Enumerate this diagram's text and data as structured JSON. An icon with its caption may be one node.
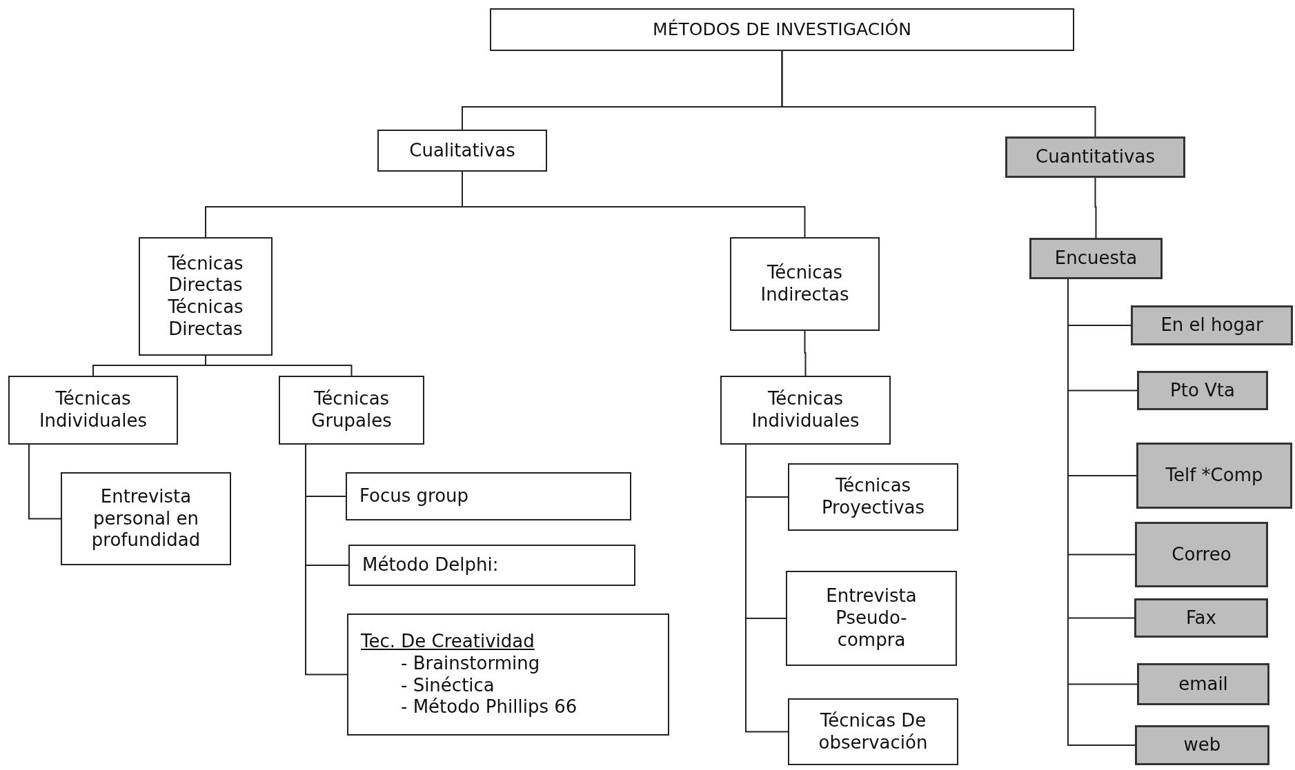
{
  "diagram": {
    "nodes": [
      {
        "text": [
          "MÉTODOS DE INVESTIGACIÓN"
        ]
      },
      {
        "text": [
          "Cualitativas"
        ]
      },
      {
        "text": [
          "Cuantitativas"
        ]
      },
      {
        "text": [
          "Técnicas Directas Técnicas Directas"
        ]
      },
      {
        "text": [
          "Técnicas Indirectas"
        ]
      },
      {
        "text": [
          "Técnicas Individuales"
        ]
      },
      {
        "text": [
          "Técnicas Grupales"
        ]
      },
      {
        "text": [
          "Entrevista personal en profundidad"
        ]
      },
      {
        "text": [
          "Focus group"
        ]
      },
      {
        "text": [
          "Método Delphi:"
        ]
      },
      {
        "text": [
          "Tec. De Creatividad",
          "- Brainstorming",
          "- Sinéctica",
          "- Método Phillips 66"
        ]
      },
      {
        "text": [
          "Técnicas Individuales"
        ]
      },
      {
        "text": [
          "Técnicas Proyectivas"
        ]
      },
      {
        "text": [
          "Entrevista Pseudo-compra"
        ]
      },
      {
        "text": [
          "Técnicas De observación"
        ]
      },
      {
        "text": [
          "Encuesta"
        ]
      },
      {
        "text": [
          "En el hogar"
        ]
      },
      {
        "text": [
          "Pto Vta"
        ]
      },
      {
        "text": [
          "Telf *Comp"
        ]
      },
      {
        "text": [
          "Correo"
        ]
      },
      {
        "text": [
          "Fax"
        ]
      },
      {
        "text": [
          "email"
        ]
      },
      {
        "text": [
          "web"
        ]
      }
    ],
    "edges": [
      {
        "from": 0,
        "to": 1,
        "arrow": "none"
      },
      {
        "from": 0,
        "to": 2,
        "arrow": "none"
      },
      {
        "from": 1,
        "to": 3,
        "arrow": "none"
      },
      {
        "from": 1,
        "to": 4,
        "arrow": "none"
      },
      {
        "from": 3,
        "to": 5,
        "arrow": "none"
      },
      {
        "from": 3,
        "to": 6,
        "arrow": "none"
      },
      {
        "from": 4,
        "to": 11,
        "arrow": "none"
      },
      {
        "from": 5,
        "to": 7,
        "arrow": "none"
      },
      {
        "from": 6,
        "to": 8,
        "arrow": "none"
      },
      {
        "from": 6,
        "to": 9,
        "arrow": "none"
      },
      {
        "from": 6,
        "to": 10,
        "arrow": "none"
      },
      {
        "from": 11,
        "to": 12,
        "arrow": "none"
      },
      {
        "from": 11,
        "to": 13,
        "arrow": "none"
      },
      {
        "from": 11,
        "to": 14,
        "arrow": "none"
      },
      {
        "from": 2,
        "to": 15,
        "arrow": "none"
      },
      {
        "from": 15,
        "to": 16,
        "arrow": "none"
      },
      {
        "from": 15,
        "to": 17,
        "arrow": "none"
      },
      {
        "from": 15,
        "to": 18,
        "arrow": "none"
      },
      {
        "from": 15,
        "to": 19,
        "arrow": "none"
      },
      {
        "from": 15,
        "to": 20,
        "arrow": "none"
      },
      {
        "from": 15,
        "to": 21,
        "arrow": "none"
      },
      {
        "from": 15,
        "to": 22,
        "arrow": "none"
      }
    ]
  }
}
